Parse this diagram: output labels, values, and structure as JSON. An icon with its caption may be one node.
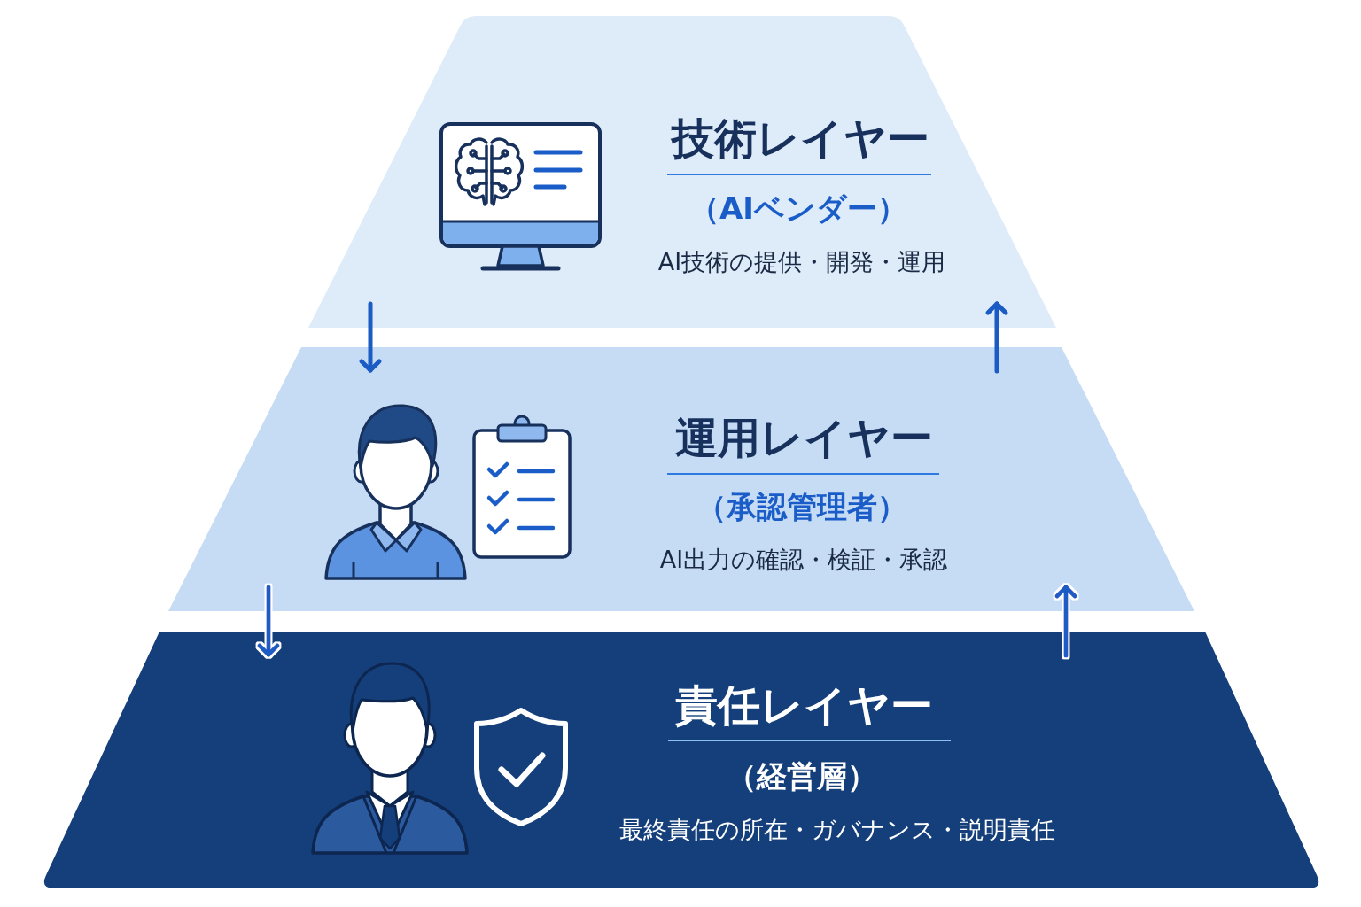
{
  "diagram": {
    "nodes": [
      {
        "text": [
          "技術レイヤー",
          "（AIベンダー）",
          "AI技術の提供・開発・運用"
        ]
      },
      {
        "text": [
          "運用レイヤー",
          "（承認管理者）",
          "AI出力の確認・検証・承認"
        ]
      },
      {
        "text": [
          "責任レイヤー",
          "（経営層）",
          "最終責任の所在・ガバナンス・説明責任"
        ]
      }
    ],
    "edges": [
      {
        "from": 0,
        "to": 1,
        "arrow": "to"
      },
      {
        "from": 1,
        "to": 0,
        "arrow": "to"
      },
      {
        "from": 1,
        "to": 2,
        "arrow": "to"
      },
      {
        "from": 2,
        "to": 1,
        "arrow": "to"
      }
    ]
  }
}
